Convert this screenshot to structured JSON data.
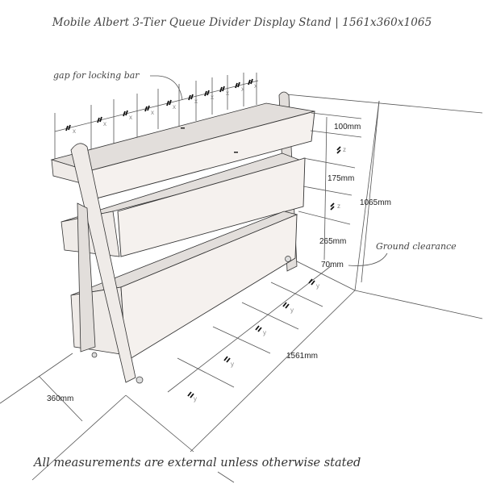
{
  "title": "Mobile Albert 3-Tier Queue Divider Display Stand | 1561x360x1065",
  "annotations": {
    "gap_label": "gap for locking bar",
    "ground_clearance_label": "Ground clearance"
  },
  "dimensions": {
    "top_tier_height": "100mm",
    "middle_tier_height": "175mm",
    "bottom_tier_height": "265mm",
    "ground_clearance": "70mm",
    "total_height": "1065mm",
    "length": "1561mm",
    "depth": "360mm"
  },
  "equal_spacing_markers": {
    "top_x_label": "x",
    "height_z_label": "z",
    "length_y_label": "y"
  },
  "footer": "All measurements are external unless otherwise stated",
  "colors": {
    "background": "#ffffff",
    "wood_light": "#f5f1ee",
    "wood_shade": "#e2dedb",
    "line": "#333333"
  }
}
